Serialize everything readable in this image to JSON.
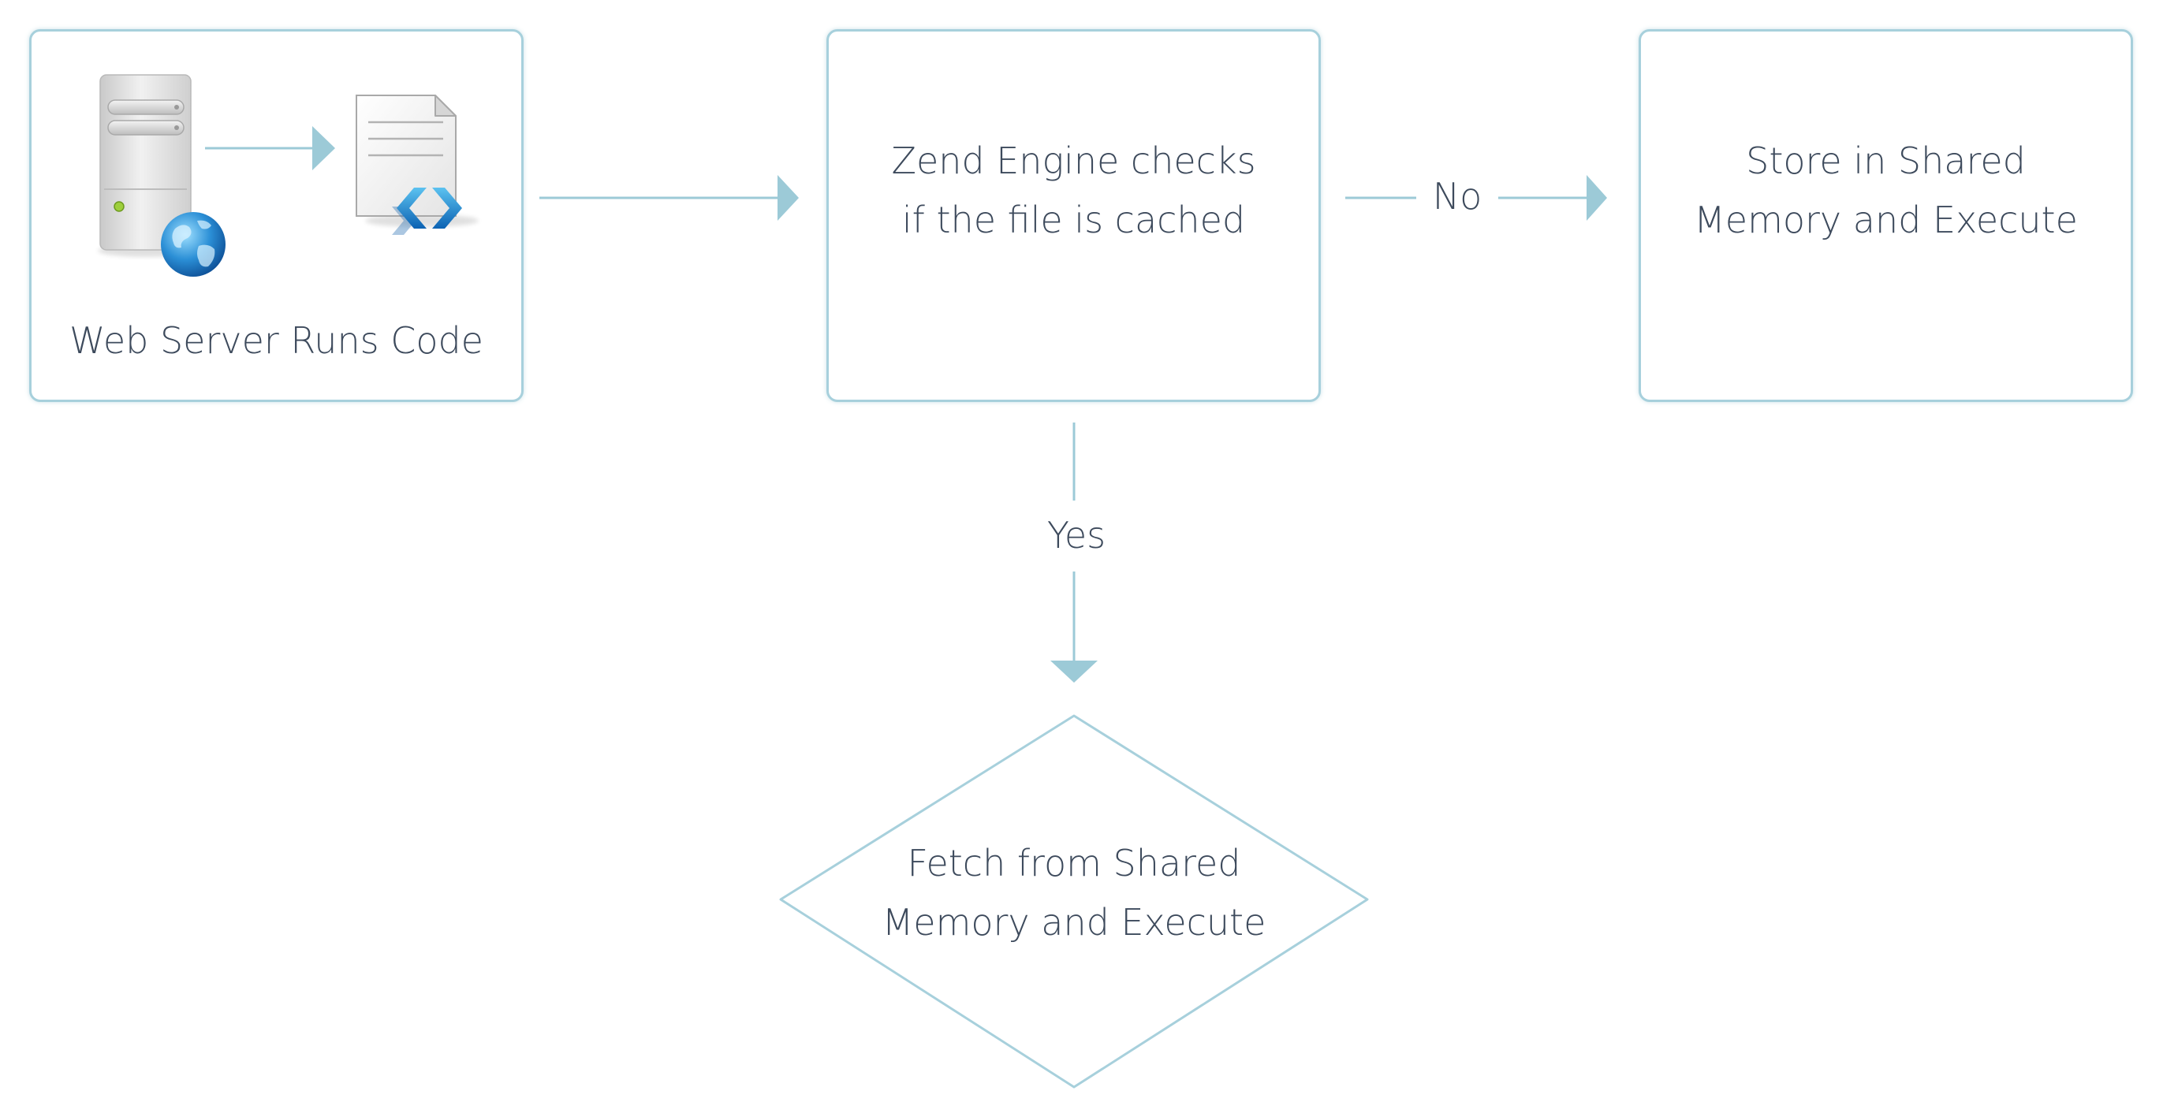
{
  "nodes": {
    "web_server": {
      "label": "Web Server Runs Code"
    },
    "check_cache": {
      "line1": "Zend Engine checks",
      "line2": "if the file is cached"
    },
    "store_execute": {
      "line1": "Store in Shared",
      "line2": "Memory and Execute"
    },
    "fetch_execute": {
      "line1": "Fetch from Shared",
      "line2": "Memory and Execute"
    }
  },
  "edges": {
    "no_label": "No",
    "yes_label": "Yes"
  },
  "icons": {
    "server": "server-globe-icon",
    "file": "code-file-icon"
  },
  "colors": {
    "connector": "#9ccad7",
    "border": "#a7d0dc",
    "text": "#3d4a5c"
  }
}
